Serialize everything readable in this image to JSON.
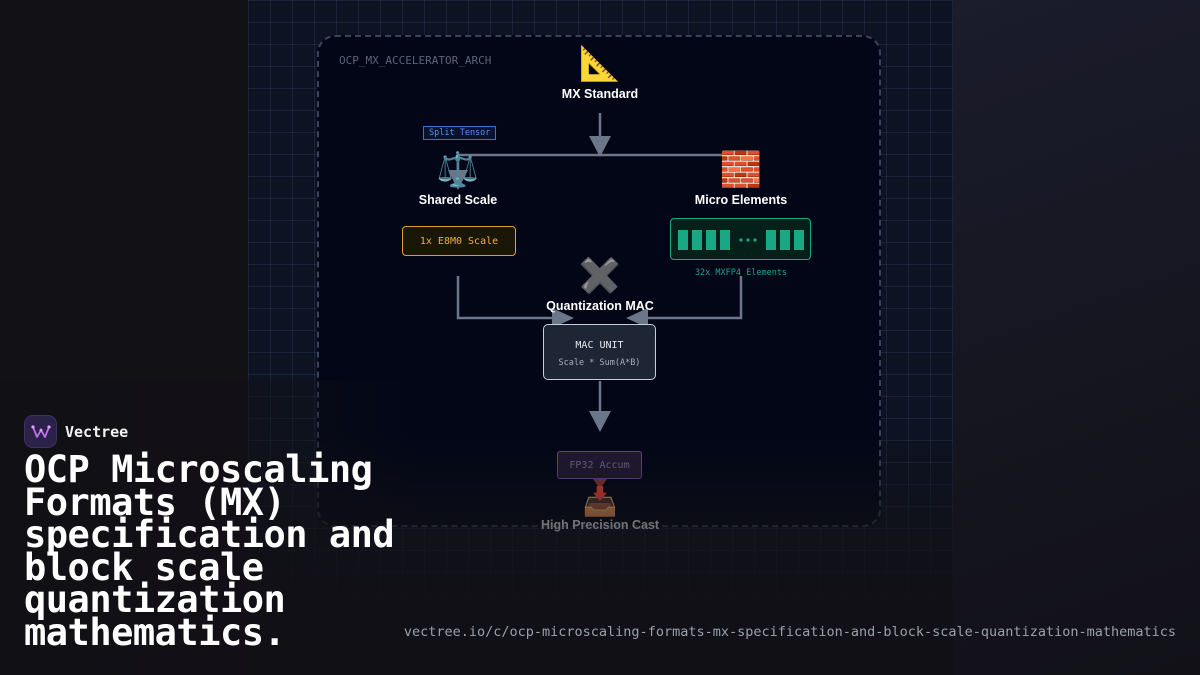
{
  "diagram": {
    "arch_label": "OCP_MX_ACCELERATOR_ARCH",
    "nodes": {
      "mx_standard": {
        "icon": "triangular-ruler-icon",
        "glyph": "📐",
        "label": "MX Standard"
      },
      "shared_scale": {
        "icon": "balance-scale-icon",
        "glyph": "⚖️",
        "label": "Shared Scale",
        "box_text": "1x E8M0 Scale"
      },
      "micro_elements": {
        "icon": "brick-icon",
        "glyph": "🧱",
        "label": "Micro Elements",
        "caption": "32x MXFP4 Elements"
      },
      "quant_mac": {
        "icon": "multiply-icon",
        "glyph": "✖️",
        "label": "Quantization MAC",
        "unit_title": "MAC UNIT",
        "unit_formula": "Scale * Sum(A*B)"
      },
      "accum": {
        "box_text": "FP32 Accum"
      },
      "high_precision": {
        "icon": "inbox-tray-icon",
        "glyph": "📥",
        "label": "High Precision Cast"
      }
    },
    "edge_labels": {
      "split": "Split Tensor"
    },
    "colors": {
      "scale": "#e0a030",
      "micro": "#18a884",
      "split": "#3b6fd6",
      "accum": "#6a4d9a",
      "wire": "#6b7689"
    }
  },
  "brand": {
    "name": "Vectree",
    "logo_icon": "vectree-logo-icon"
  },
  "title": "OCP Microscaling Formats (MX) specification and block scale quantization mathematics.",
  "url": "vectree.io/c/ocp-microscaling-formats-mx-specification-and-block-scale-quantization-mathematics"
}
